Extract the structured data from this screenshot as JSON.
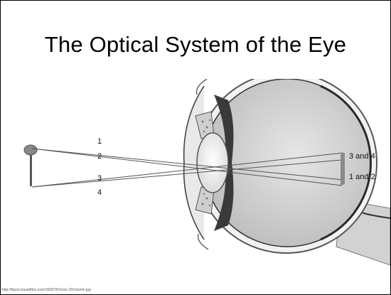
{
  "slide": {
    "title": "The Optical System of the Eye",
    "source_url": "http://figure.bauedfinn.com/165879/Vision 3Dr/annim.jpg"
  },
  "diagram": {
    "ray_labels_left": [
      "1",
      "2",
      "3",
      "4"
    ],
    "image_labels_right": [
      "3 and 4",
      "1 and 2"
    ]
  }
}
